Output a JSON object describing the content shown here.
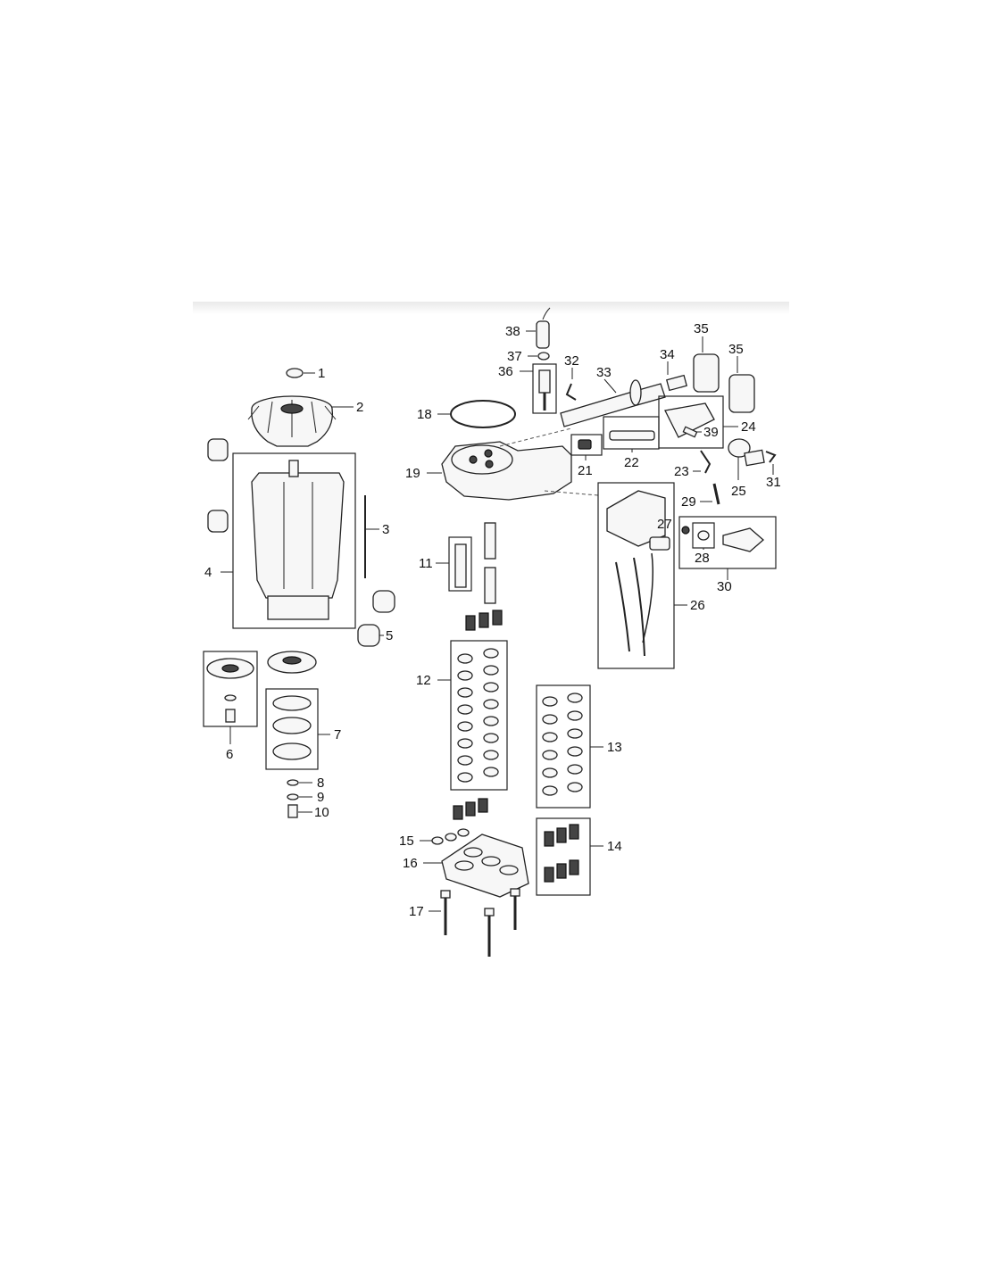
{
  "diagram": {
    "labels": [
      "1",
      "2",
      "3",
      "4",
      "5",
      "6",
      "7",
      "8",
      "9",
      "10",
      "11",
      "12",
      "13",
      "14",
      "15",
      "16",
      "17",
      "18",
      "19",
      "21",
      "22",
      "23",
      "24",
      "25",
      "26",
      "27",
      "28",
      "29",
      "30",
      "31",
      "32",
      "33",
      "34",
      "35",
      "35",
      "36",
      "37",
      "38",
      "39"
    ]
  }
}
